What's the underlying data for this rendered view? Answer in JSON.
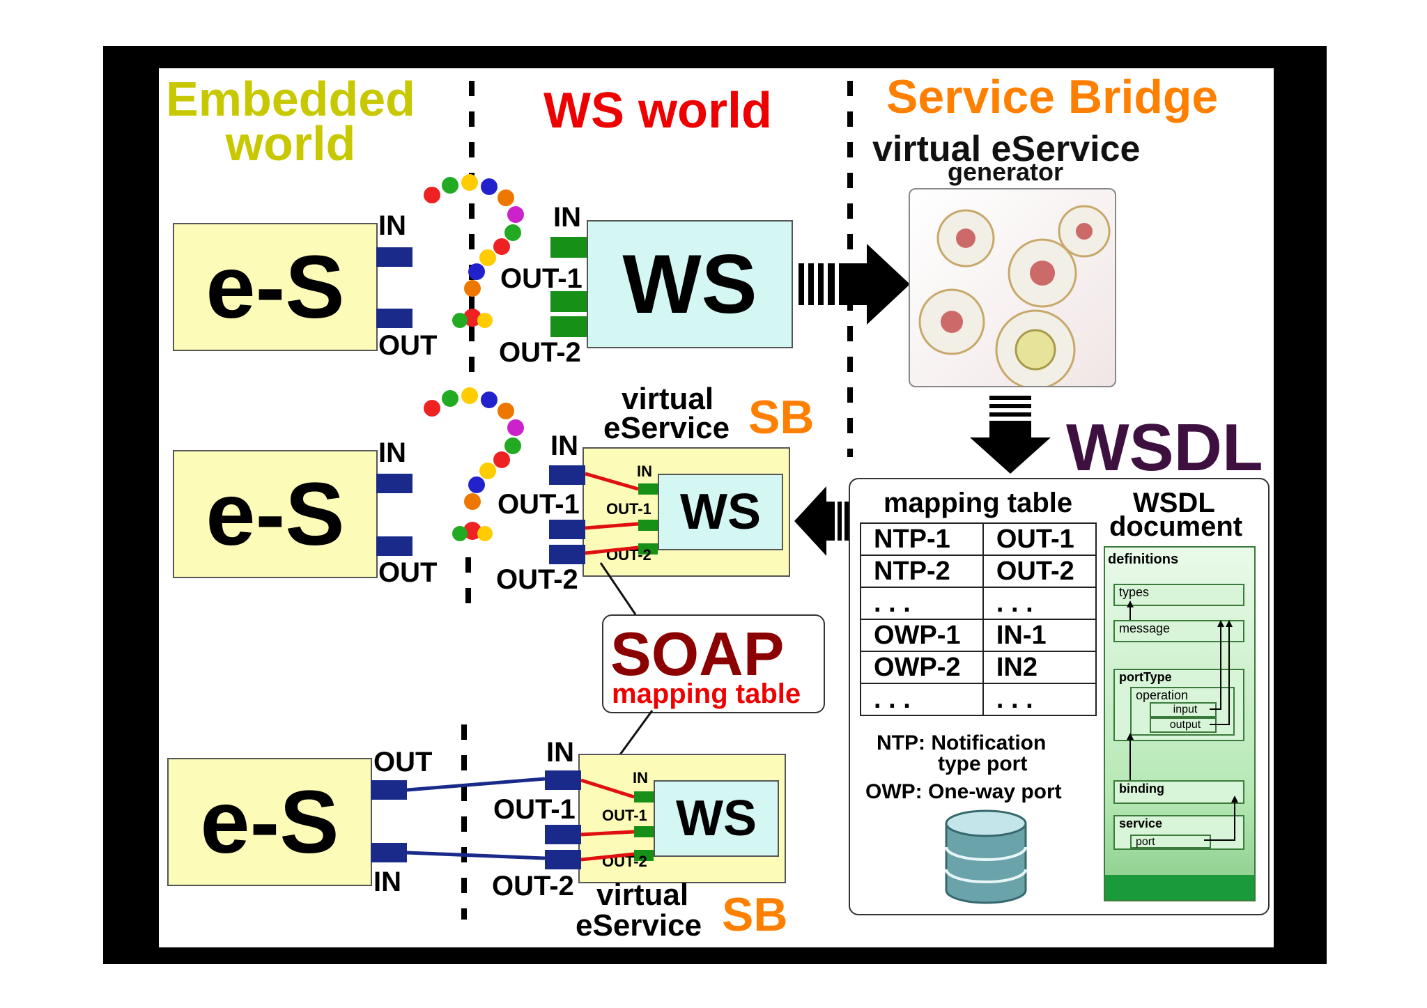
{
  "headings": {
    "embedded_line1": "Embedded",
    "embedded_line2": "world",
    "ws_world": "WS world",
    "service_bridge": "Service Bridge",
    "generator_line1": "virtual eService",
    "generator_line2": "generator",
    "wsdl": "WSDL"
  },
  "colors": {
    "embedded": "#c8c800",
    "ws_world": "#ee0000",
    "service_bridge": "#ff8000",
    "wsdl": "#3d1040",
    "soap": "#8b0000"
  },
  "blocks": {
    "es_label": "e-S",
    "ws_label": "WS",
    "in": "IN",
    "out": "OUT",
    "out1": "OUT-1",
    "out2": "OUT-2",
    "virtual_line1": "virtual",
    "virtual_line2": "eService",
    "sb": "SB"
  },
  "soap": {
    "title": "SOAP",
    "subtitle": "mapping table"
  },
  "mapping": {
    "title": "mapping table",
    "rows": [
      [
        "NTP-1",
        "OUT-1"
      ],
      [
        "NTP-2",
        "OUT-2"
      ],
      [
        ". . .",
        ". . ."
      ],
      [
        "OWP-1",
        "IN-1"
      ],
      [
        "OWP-2",
        "IN2"
      ],
      [
        ". . .",
        ". . ."
      ]
    ],
    "legend_ntp_line1": "NTP: Notification",
    "legend_ntp_line2": "type port",
    "legend_owp": "OWP: One-way port"
  },
  "wsdl_doc": {
    "title_line1": "WSDL",
    "title_line2": "document",
    "definitions": "definitions",
    "types": "types",
    "message": "message",
    "porttype": "portType",
    "operation": "operation",
    "input": "input",
    "output": "output",
    "binding": "binding",
    "service": "service",
    "port": "port"
  },
  "icons": [
    "question-mark-crowd-icon",
    "gears-icon",
    "database-icon",
    "arrow-right-icon",
    "arrow-down-icon",
    "arrow-left-icon"
  ]
}
